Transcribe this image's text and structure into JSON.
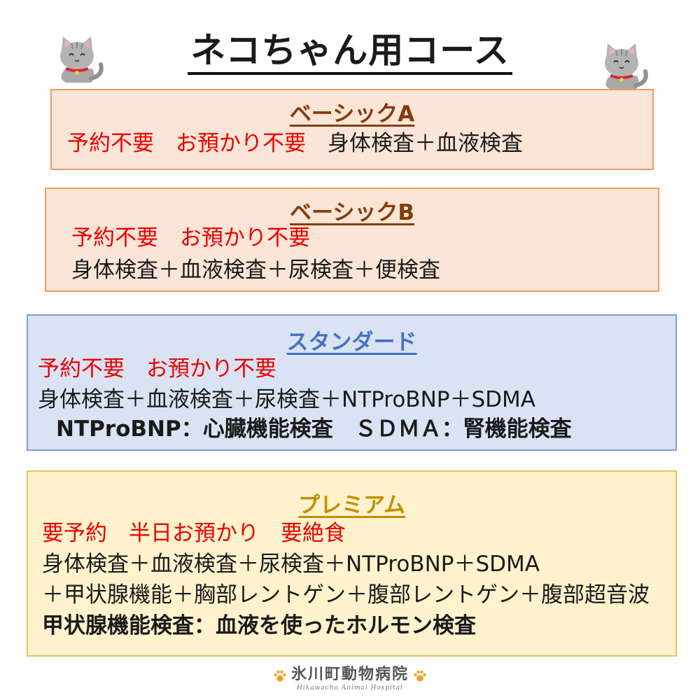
{
  "title": "ネコちゃん用コース",
  "basic_a": {
    "title": "ベーシックA",
    "reservation": "予約不要　お預かり不要",
    "tests": "身体検査＋血液検査"
  },
  "basic_b": {
    "title": "ベーシックB",
    "reservation": "予約不要　お預かり不要",
    "tests": "身体検査＋血液検査＋尿検査＋便検査"
  },
  "standard": {
    "title": "スタンダード",
    "reservation": "予約不要　お預かり不要",
    "tests": "身体検査＋血液検査＋尿検査＋NTProBNP＋SDMA",
    "note": "NTProBNP：心臓機能検査　ＳＤＭＡ：腎機能検査"
  },
  "premium": {
    "title": "プレミアム",
    "reservation": "要予約　半日お預かり　要絶食",
    "tests_line1": "身体検査＋血液検査＋尿検査＋NTProBNP＋SDMA",
    "tests_line2": "＋甲状腺機能＋胸部レントゲン＋腹部レントゲン＋腹部超音波",
    "note": "甲状腺機能検査：血液を使ったホルモン検査"
  },
  "footer": {
    "name": "氷川町動物病院",
    "subtitle": "Hikawacho Animal Hospital"
  },
  "icons": {
    "cat": "cat-icon",
    "paw": "paw-icon"
  },
  "colors": {
    "red_text": "#ee0000",
    "basic_fill": "#fbe5d6",
    "basic_border": "#ed9d66",
    "basic_title": "#843c0c",
    "standard_fill": "#dae3f3",
    "standard_border": "#7f9ed2",
    "standard_title": "#4472c4",
    "premium_fill": "#fff2cc",
    "premium_border": "#e6c35c",
    "premium_title": "#bf9000"
  }
}
